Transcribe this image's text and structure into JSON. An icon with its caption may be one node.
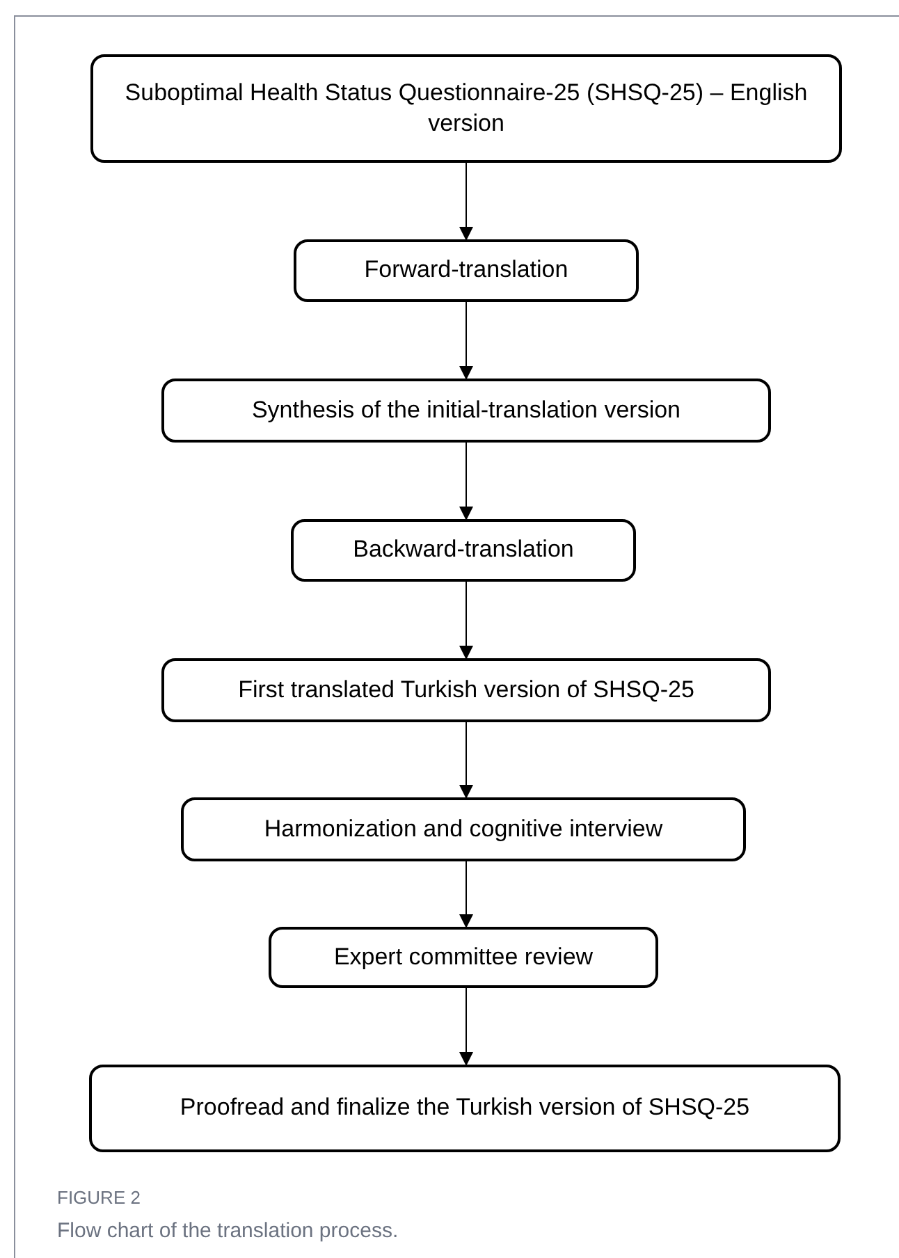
{
  "diagram": {
    "caption": "Flow chart of the translation process.",
    "nodes": [
      {
        "text": [
          "Suboptimal Health Status Questionnaire-25 (SHSQ-25) – English version"
        ]
      },
      {
        "text": [
          "Forward-translation"
        ]
      },
      {
        "text": [
          "Synthesis of the initial-translation version"
        ]
      },
      {
        "text": [
          "Backward-translation"
        ]
      },
      {
        "text": [
          "First translated Turkish version of SHSQ-25"
        ]
      },
      {
        "text": [
          "Harmonization and cognitive interview"
        ]
      },
      {
        "text": [
          "Expert committee review"
        ]
      },
      {
        "text": [
          "Proofread and finalize the Turkish version of SHSQ-25"
        ]
      }
    ],
    "edges": [
      {
        "from": 0,
        "to": 1,
        "arrow": "to"
      },
      {
        "from": 1,
        "to": 2,
        "arrow": "to"
      },
      {
        "from": 2,
        "to": 3,
        "arrow": "to"
      },
      {
        "from": 3,
        "to": 4,
        "arrow": "to"
      },
      {
        "from": 4,
        "to": 5,
        "arrow": "to"
      },
      {
        "from": 5,
        "to": 6,
        "arrow": "to"
      },
      {
        "from": 6,
        "to": 7,
        "arrow": "to"
      }
    ],
    "labels": [
      "FIGURE 2"
    ]
  }
}
